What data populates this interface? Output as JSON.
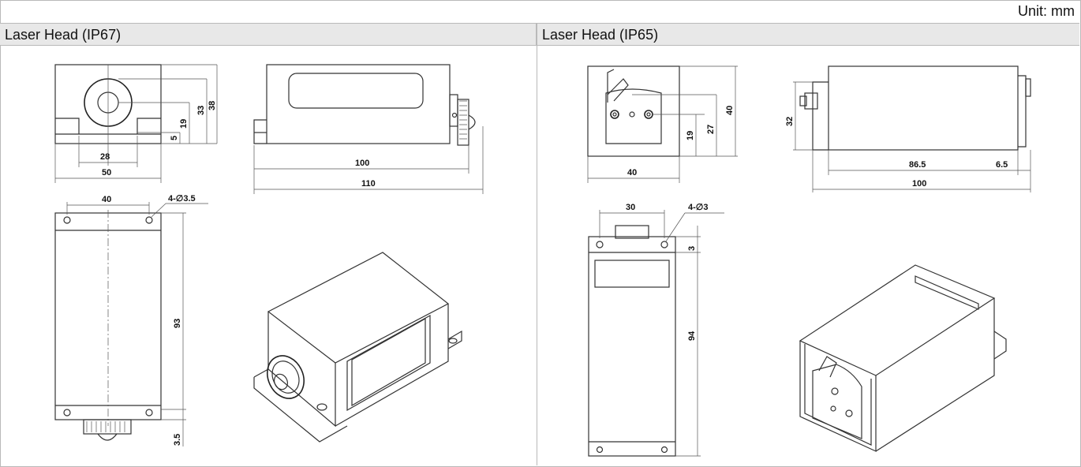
{
  "unit_label": "Unit: mm",
  "panels": {
    "left_title": "Laser Head (IP67)",
    "right_title": "Laser Head (IP65)"
  },
  "ip67": {
    "front": {
      "d28": "28",
      "d50": "50",
      "d5": "5",
      "d19": "19",
      "d33": "33",
      "d38": "38"
    },
    "side": {
      "d100": "100",
      "d110": "110"
    },
    "top": {
      "d40": "40",
      "holes": "4-∅3.5",
      "d93": "93",
      "d3_5": "3.5"
    }
  },
  "ip65": {
    "front": {
      "d40": "40",
      "d19": "19",
      "d27": "27",
      "d40v": "40"
    },
    "side": {
      "d32": "32",
      "d86_5": "86.5",
      "d6_5": "6.5",
      "d100": "100"
    },
    "top": {
      "d30": "30",
      "holes": "4-∅3",
      "d3": "3",
      "d94": "94"
    }
  }
}
